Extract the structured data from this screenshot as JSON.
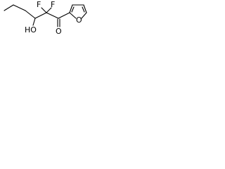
{
  "molecule": {
    "atoms": {
      "fluorine_left": "F",
      "fluorine_right": "F",
      "hydroxyl": "HO",
      "carbonyl_oxygen": "O",
      "furan_oxygen": "O"
    }
  },
  "colors": {
    "bond": "#000000",
    "background": "#ffffff"
  }
}
